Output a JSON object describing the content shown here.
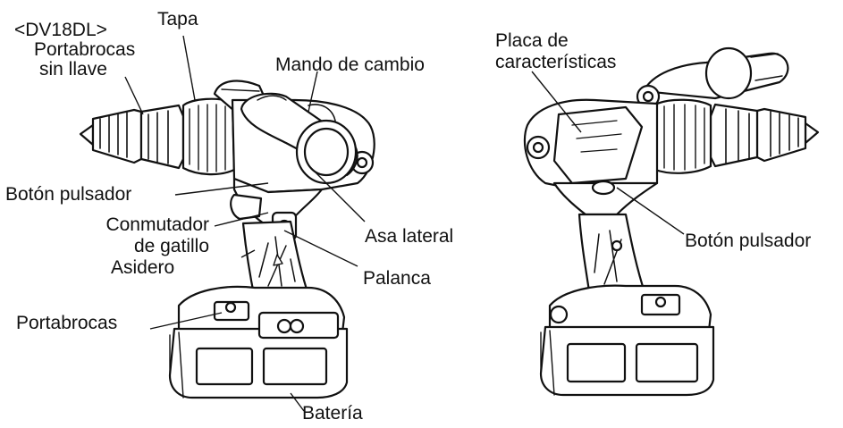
{
  "model_label": "<DV18DL>",
  "labels": {
    "tapa": "Tapa",
    "portabrocas_sin_llave_1": "Portabrocas",
    "portabrocas_sin_llave_2": "sin llave",
    "mando_de_cambio": "Mando de cambio",
    "boton_pulsador_left": "Botón pulsador",
    "conmutador_1": "Conmutador",
    "conmutador_2": "de gatillo",
    "asidero": "Asidero",
    "portabrocas": "Portabrocas",
    "asa_lateral": "Asa lateral",
    "palanca": "Palanca",
    "bateria": "Batería",
    "placa_1": "Placa de",
    "placa_2": "características",
    "boton_pulsador_right": "Botón pulsador"
  }
}
